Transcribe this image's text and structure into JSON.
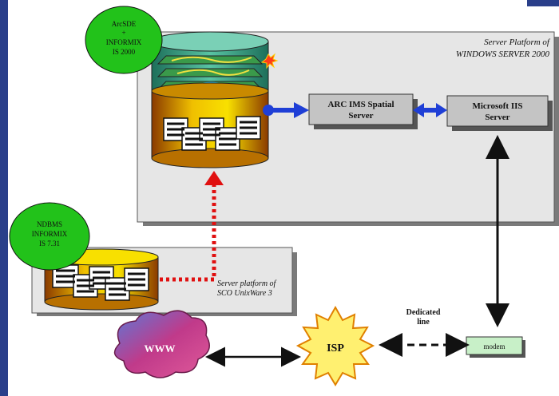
{
  "server_platform": {
    "line1": "Server Platform of",
    "line2": "WINDOWS SERVER 2000"
  },
  "arcsde_badge": {
    "line1": "ArcSDE",
    "line2": "+",
    "line3": "INFORMIX",
    "line4": "IS 2000"
  },
  "ndbms_badge": {
    "line1": "NDBMS",
    "line2": "INFORMIX",
    "line3": "IS 7.31"
  },
  "arcims": {
    "line1": "ARC IMS Spatial",
    "line2": "Server"
  },
  "iis": {
    "line1": "Microsoft IIS",
    "line2": "Server"
  },
  "sco_platform": {
    "line1": "Server platform of",
    "line2": "SCO UnixWare 3"
  },
  "dedicated_line": {
    "line1": "Dedicated",
    "line2": "line"
  },
  "isp_label": "ISP",
  "www_label": "WWW",
  "modem_label": "modem",
  "colors": {
    "background": "#2a3f8a",
    "panel": "#e6e6e6",
    "badge_green": "#22c21a",
    "arrow_blue": "#1f3fd6",
    "dotted_red": "#e01010",
    "box_grey": "#c4c4c4"
  }
}
